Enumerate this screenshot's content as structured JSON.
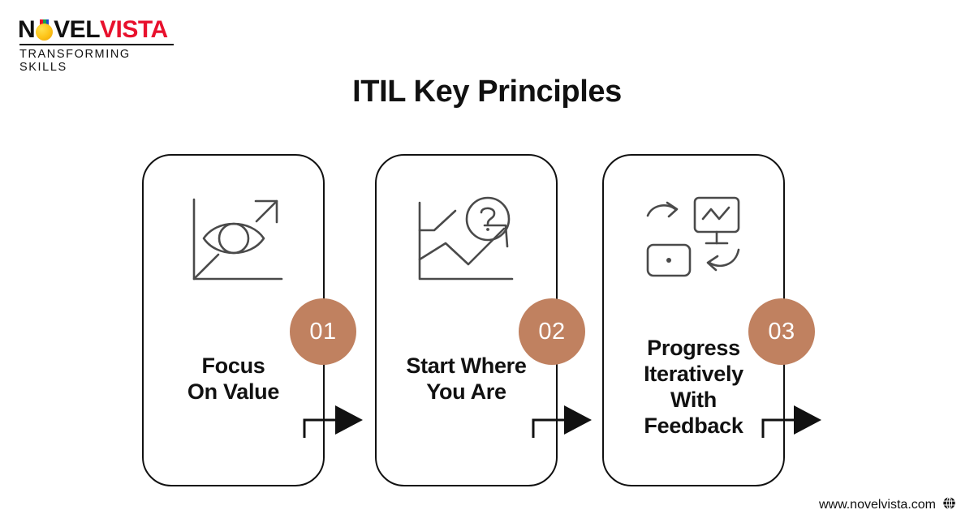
{
  "brand": {
    "logo_part1": "N",
    "logo_bulb": "bulb-o-icon",
    "logo_part2": "VEL",
    "logo_part3": "VISTA",
    "tagline": "TRANSFORMING SKILLS",
    "color_red": "#e8112d",
    "color_black": "#111111",
    "color_bulb": "#fdc316"
  },
  "header": {
    "title": "ITIL Key Principles"
  },
  "theme": {
    "badge_color": "#c08160",
    "badge_text_color": "#ffffff",
    "card_border_color": "#111111",
    "icon_stroke_color": "#4a4a4a",
    "arrow_color": "#111111",
    "background": "#ffffff"
  },
  "cards": [
    {
      "number": "01",
      "label_line1": "Focus",
      "label_line2": "On Value",
      "label_line3": "",
      "label_line4": "",
      "icon": "eye-growth-chart-icon"
    },
    {
      "number": "02",
      "label_line1": "Start Where",
      "label_line2": "You Are",
      "label_line3": "",
      "label_line4": "",
      "icon": "chart-question-icon"
    },
    {
      "number": "03",
      "label_line1": "Progress",
      "label_line2": "Iteratively",
      "label_line3": "With",
      "label_line4": "Feedback",
      "icon": "monitor-feedback-loop-icon"
    }
  ],
  "connectors": [
    {
      "name": "arrow-card1-to-card2"
    },
    {
      "name": "arrow-card2-to-card3"
    },
    {
      "name": "arrow-card3-out"
    }
  ],
  "footer": {
    "website": "www.novelvista.com",
    "icon": "globe-icon"
  }
}
